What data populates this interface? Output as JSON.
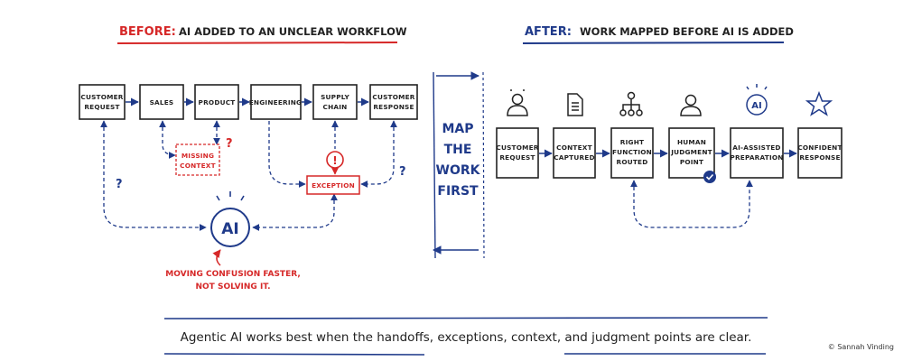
{
  "before": {
    "title_prefix": "BEFORE:",
    "title_rest": "AI ADDED TO AN UNCLEAR WORKFLOW",
    "steps": [
      {
        "l1": "CUSTOMER",
        "l2": "REQUEST"
      },
      {
        "l1": "SALES",
        "l2": ""
      },
      {
        "l1": "PRODUCT",
        "l2": ""
      },
      {
        "l1": "ENGINEERING",
        "l2": ""
      },
      {
        "l1": "SUPPLY",
        "l2": "CHAIN"
      },
      {
        "l1": "CUSTOMER",
        "l2": "RESPONSE"
      }
    ],
    "missing_context": {
      "l1": "MISSING",
      "l2": "CONTEXT"
    },
    "exception": "EXCEPTION",
    "exclamation": "!",
    "ai_label": "AI",
    "question_mark": "?",
    "caption_l1": "MOVING CONFUSION FASTER,",
    "caption_l2": "NOT SOLVING IT."
  },
  "middle": {
    "lines": [
      "MAP",
      "THE",
      "WORK",
      "FIRST"
    ]
  },
  "after": {
    "title_prefix": "AFTER:",
    "title_rest": "WORK MAPPED BEFORE AI IS ADDED",
    "steps": [
      {
        "l1": "CUSTOMER",
        "l2": "REQUEST",
        "l3": "",
        "icon": "person-icon"
      },
      {
        "l1": "CONTEXT",
        "l2": "CAPTURED",
        "l3": "",
        "icon": "document-icon"
      },
      {
        "l1": "RIGHT",
        "l2": "FUNCTION",
        "l3": "ROUTED",
        "icon": "org-chart-icon"
      },
      {
        "l1": "HUMAN",
        "l2": "JUDGMENT",
        "l3": "POINT",
        "icon": "person-icon"
      },
      {
        "l1": "AI-ASSISTED",
        "l2": "PREPARATION",
        "l3": "",
        "icon": "ai-icon"
      },
      {
        "l1": "CONFIDENT",
        "l2": "RESPONSE",
        "l3": "",
        "icon": "star-icon"
      }
    ],
    "ai_icon_label": "AI"
  },
  "footer": {
    "text": "Agentic AI works best when the handoffs, exceptions, context, and judgment points are clear.",
    "credit": "© Sannah Vinding"
  },
  "colors": {
    "blue": "#1f3a8a",
    "red": "#d62828",
    "ink": "#222222"
  }
}
